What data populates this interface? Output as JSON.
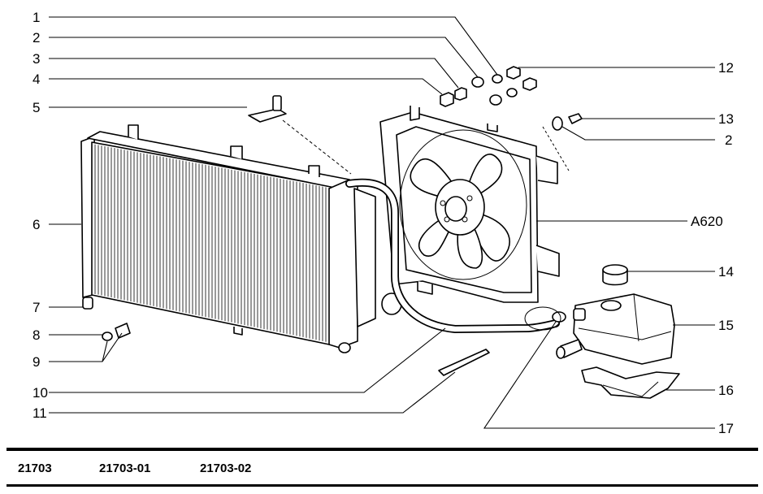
{
  "labels_left": [
    "1",
    "2",
    "3",
    "4",
    "5",
    "6",
    "7",
    "8",
    "9",
    "10",
    "11"
  ],
  "labels_right": [
    "12",
    "13",
    "2",
    "A620",
    "14",
    "15",
    "16",
    "17"
  ],
  "model_codes": [
    "21703",
    "21703-01",
    "21703-02"
  ]
}
